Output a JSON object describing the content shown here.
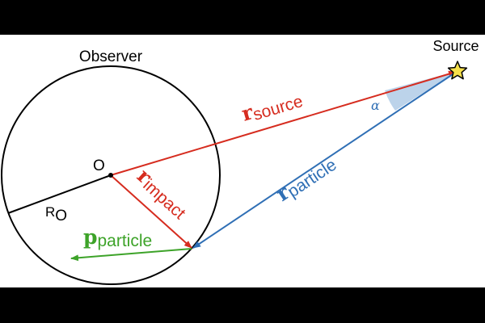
{
  "diagram": {
    "observer_label": "Observer",
    "source_label": "Source",
    "origin_label": "O",
    "radius_label": {
      "main": "R",
      "sub": "O"
    },
    "angle_label": "α",
    "vectors": {
      "source": {
        "main": "r",
        "sub": "source"
      },
      "impact": {
        "main": "r",
        "sub": "impact"
      },
      "particle_pos": {
        "main": "r",
        "sub": "particle"
      },
      "particle_mom": {
        "main": "p",
        "sub": "particle"
      }
    },
    "colors": {
      "source_vector": "#d62c1f",
      "impact_vector": "#d62c1f",
      "particle_vector": "#2f6fb5",
      "momentum_vector": "#3da329",
      "angle_fill": "#bcd3ea",
      "star_fill": "#f6e04a",
      "outline": "#000000"
    }
  }
}
